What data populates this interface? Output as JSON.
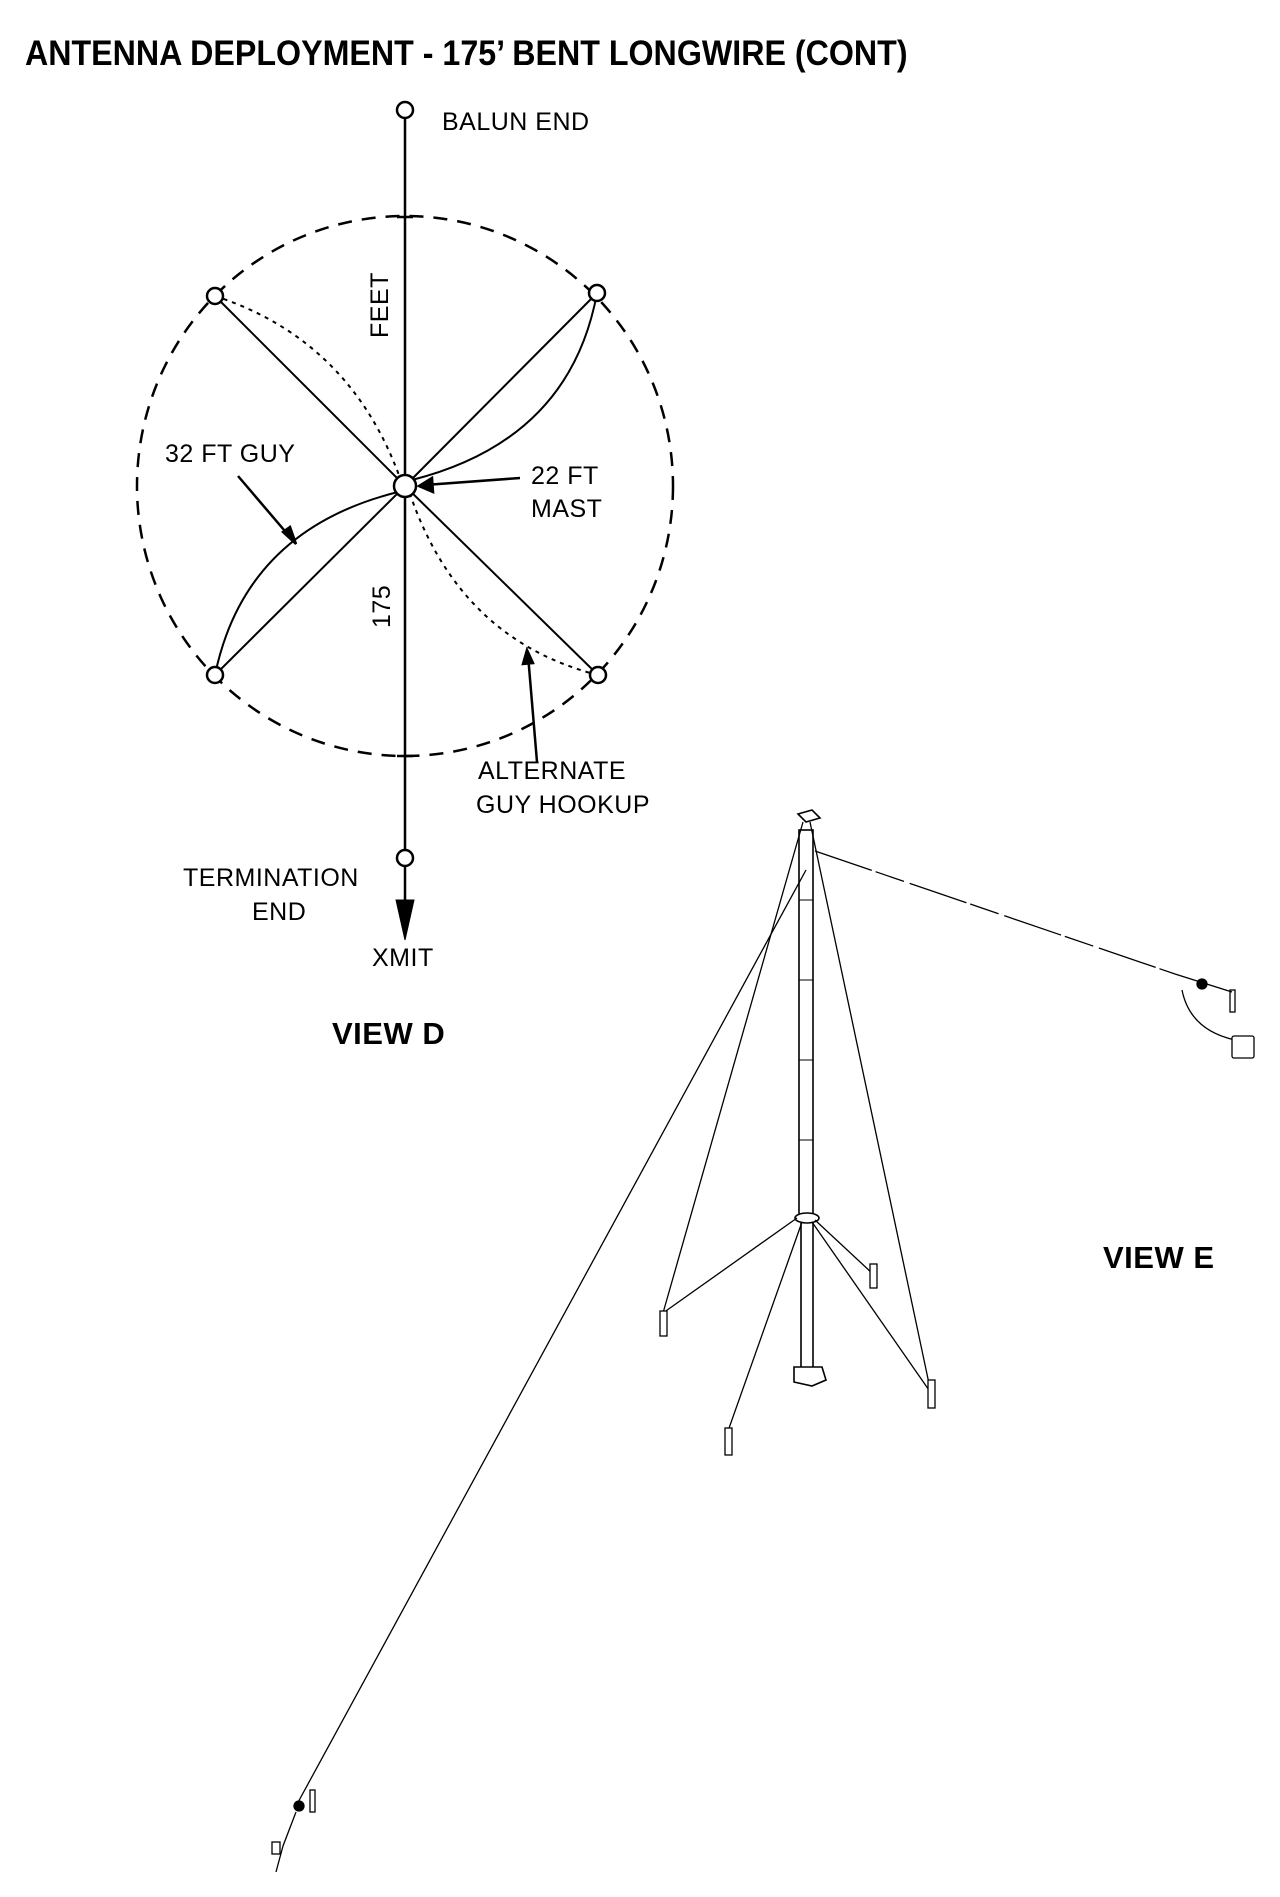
{
  "title": "ANTENNA DEPLOYMENT - 175’ BENT LONGWIRE (CONT)",
  "view_d": {
    "label": "VIEW D",
    "balun_end": "BALUN END",
    "feet": "FEET",
    "length": "175",
    "guy": "32 FT  GUY",
    "mast_line1": "22 FT",
    "mast_line2": "MAST",
    "alternate_line1": "ALTERNATE",
    "alternate_line2": "GUY  HOOKUP",
    "termination_line1": "TERMINATION",
    "termination_line2": "END",
    "xmit": "XMIT"
  },
  "view_e": {
    "label": "VIEW  E"
  }
}
